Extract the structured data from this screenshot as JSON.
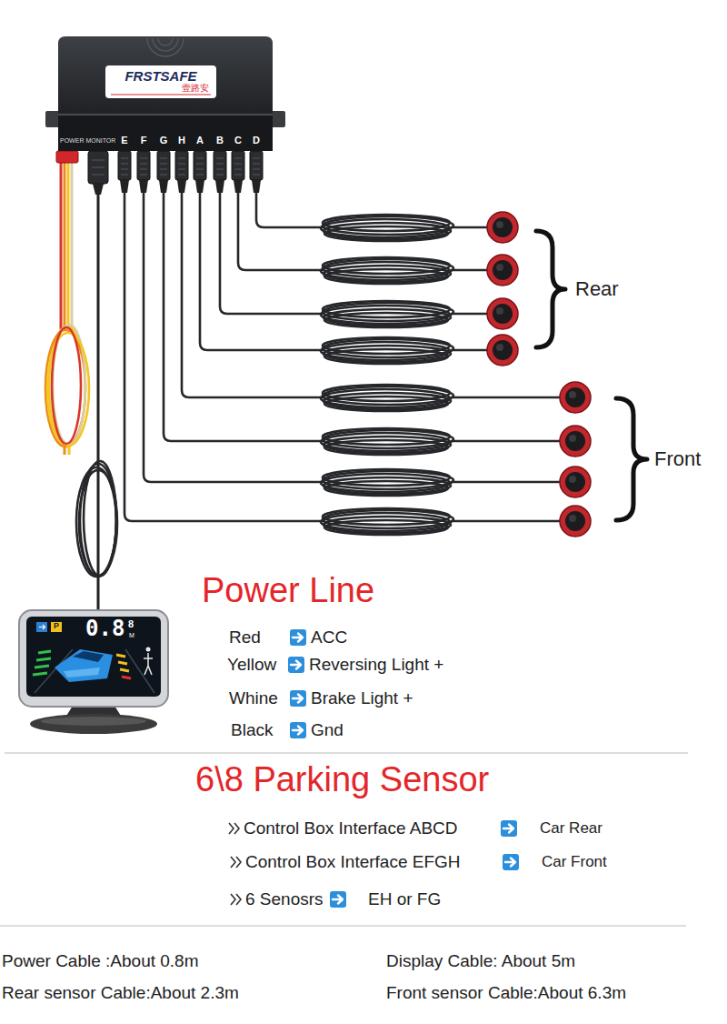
{
  "diagram": {
    "nodes": [
      {
        "text": [
          "FRSTSAFE",
          "壹路安",
          "POWER MONITOR",
          "E",
          "F",
          "G",
          "H",
          "A",
          "B",
          "C",
          "D"
        ]
      },
      {
        "text": [
          "P",
          "0.8",
          "8",
          "M"
        ]
      }
    ],
    "edges": [
      {
        "from": 0,
        "to": 1,
        "arrow": "none"
      }
    ],
    "labels": [
      "Rear",
      "Front",
      "Power Line",
      "Red",
      "ACC",
      "Yellow",
      "Reversing Light +",
      "Whine",
      "Brake Light +",
      "Black",
      "Gnd",
      "6\\8 Parking Sensor",
      "Control Box Interface ABCD",
      "Car Rear",
      "Control Box Interface EFGH",
      "Car Front",
      "6 Senosrs",
      "EH or FG",
      "Power Cable :About 0.8m",
      "Display Cable: About 5m",
      "Rear sensor Cable:About 2.3m",
      "Front sensor Cable:About 6.3m"
    ]
  }
}
